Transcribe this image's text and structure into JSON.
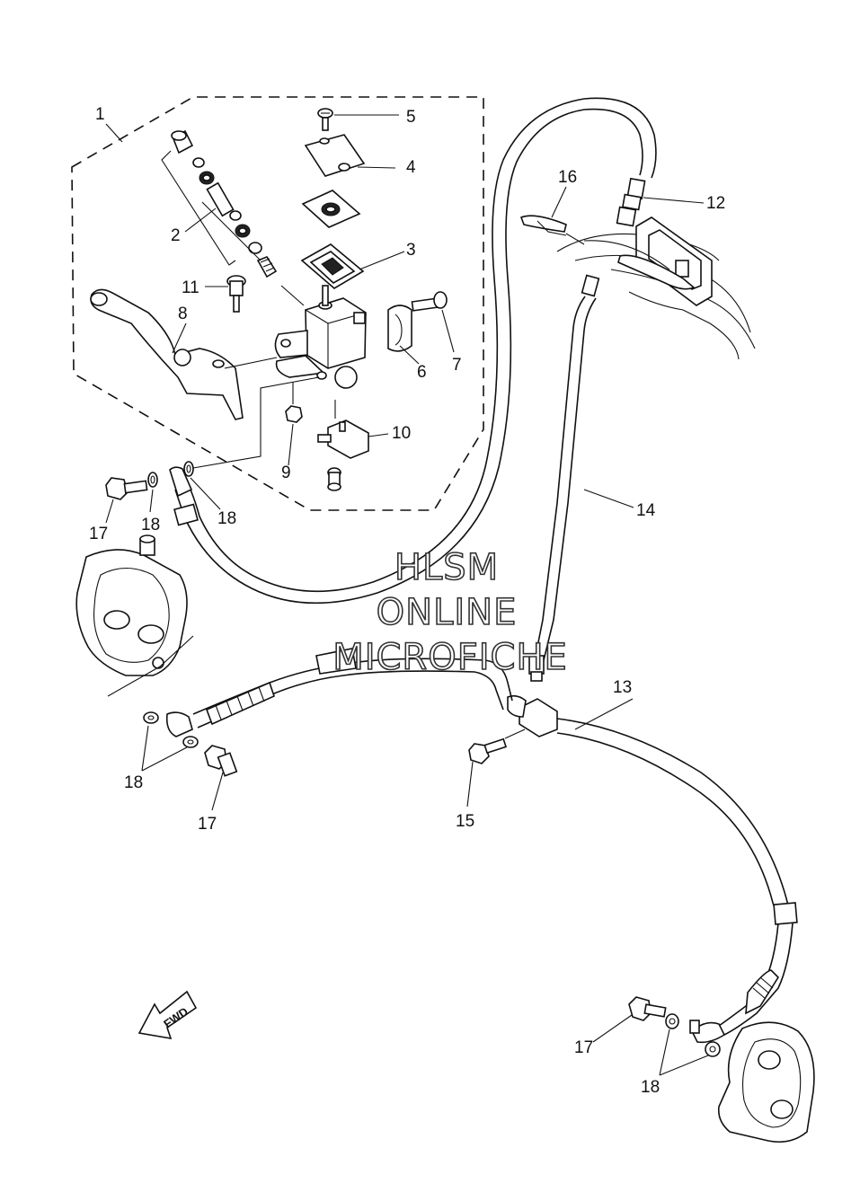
{
  "diagram": {
    "callouts": [
      {
        "id": "c1",
        "text": "1"
      },
      {
        "id": "c2",
        "text": "2"
      },
      {
        "id": "c3",
        "text": "3"
      },
      {
        "id": "c4",
        "text": "4"
      },
      {
        "id": "c5",
        "text": "5"
      },
      {
        "id": "c6",
        "text": "6"
      },
      {
        "id": "c7",
        "text": "7"
      },
      {
        "id": "c8",
        "text": "8"
      },
      {
        "id": "c9",
        "text": "9"
      },
      {
        "id": "c10",
        "text": "10"
      },
      {
        "id": "c11",
        "text": "11"
      },
      {
        "id": "c12",
        "text": "12"
      },
      {
        "id": "c13",
        "text": "13"
      },
      {
        "id": "c14",
        "text": "14"
      },
      {
        "id": "c15",
        "text": "15"
      },
      {
        "id": "c16",
        "text": "16"
      },
      {
        "id": "c17a",
        "text": "17"
      },
      {
        "id": "c18a",
        "text": "18"
      },
      {
        "id": "c18b",
        "text": "18"
      },
      {
        "id": "c18c",
        "text": "18"
      },
      {
        "id": "c17b",
        "text": "17"
      },
      {
        "id": "c17c",
        "text": "17"
      },
      {
        "id": "c18d",
        "text": "18"
      }
    ],
    "watermark": [
      "HLSM",
      "ONLINE",
      "MICROFICHE"
    ],
    "fwd_label": "FWD"
  }
}
